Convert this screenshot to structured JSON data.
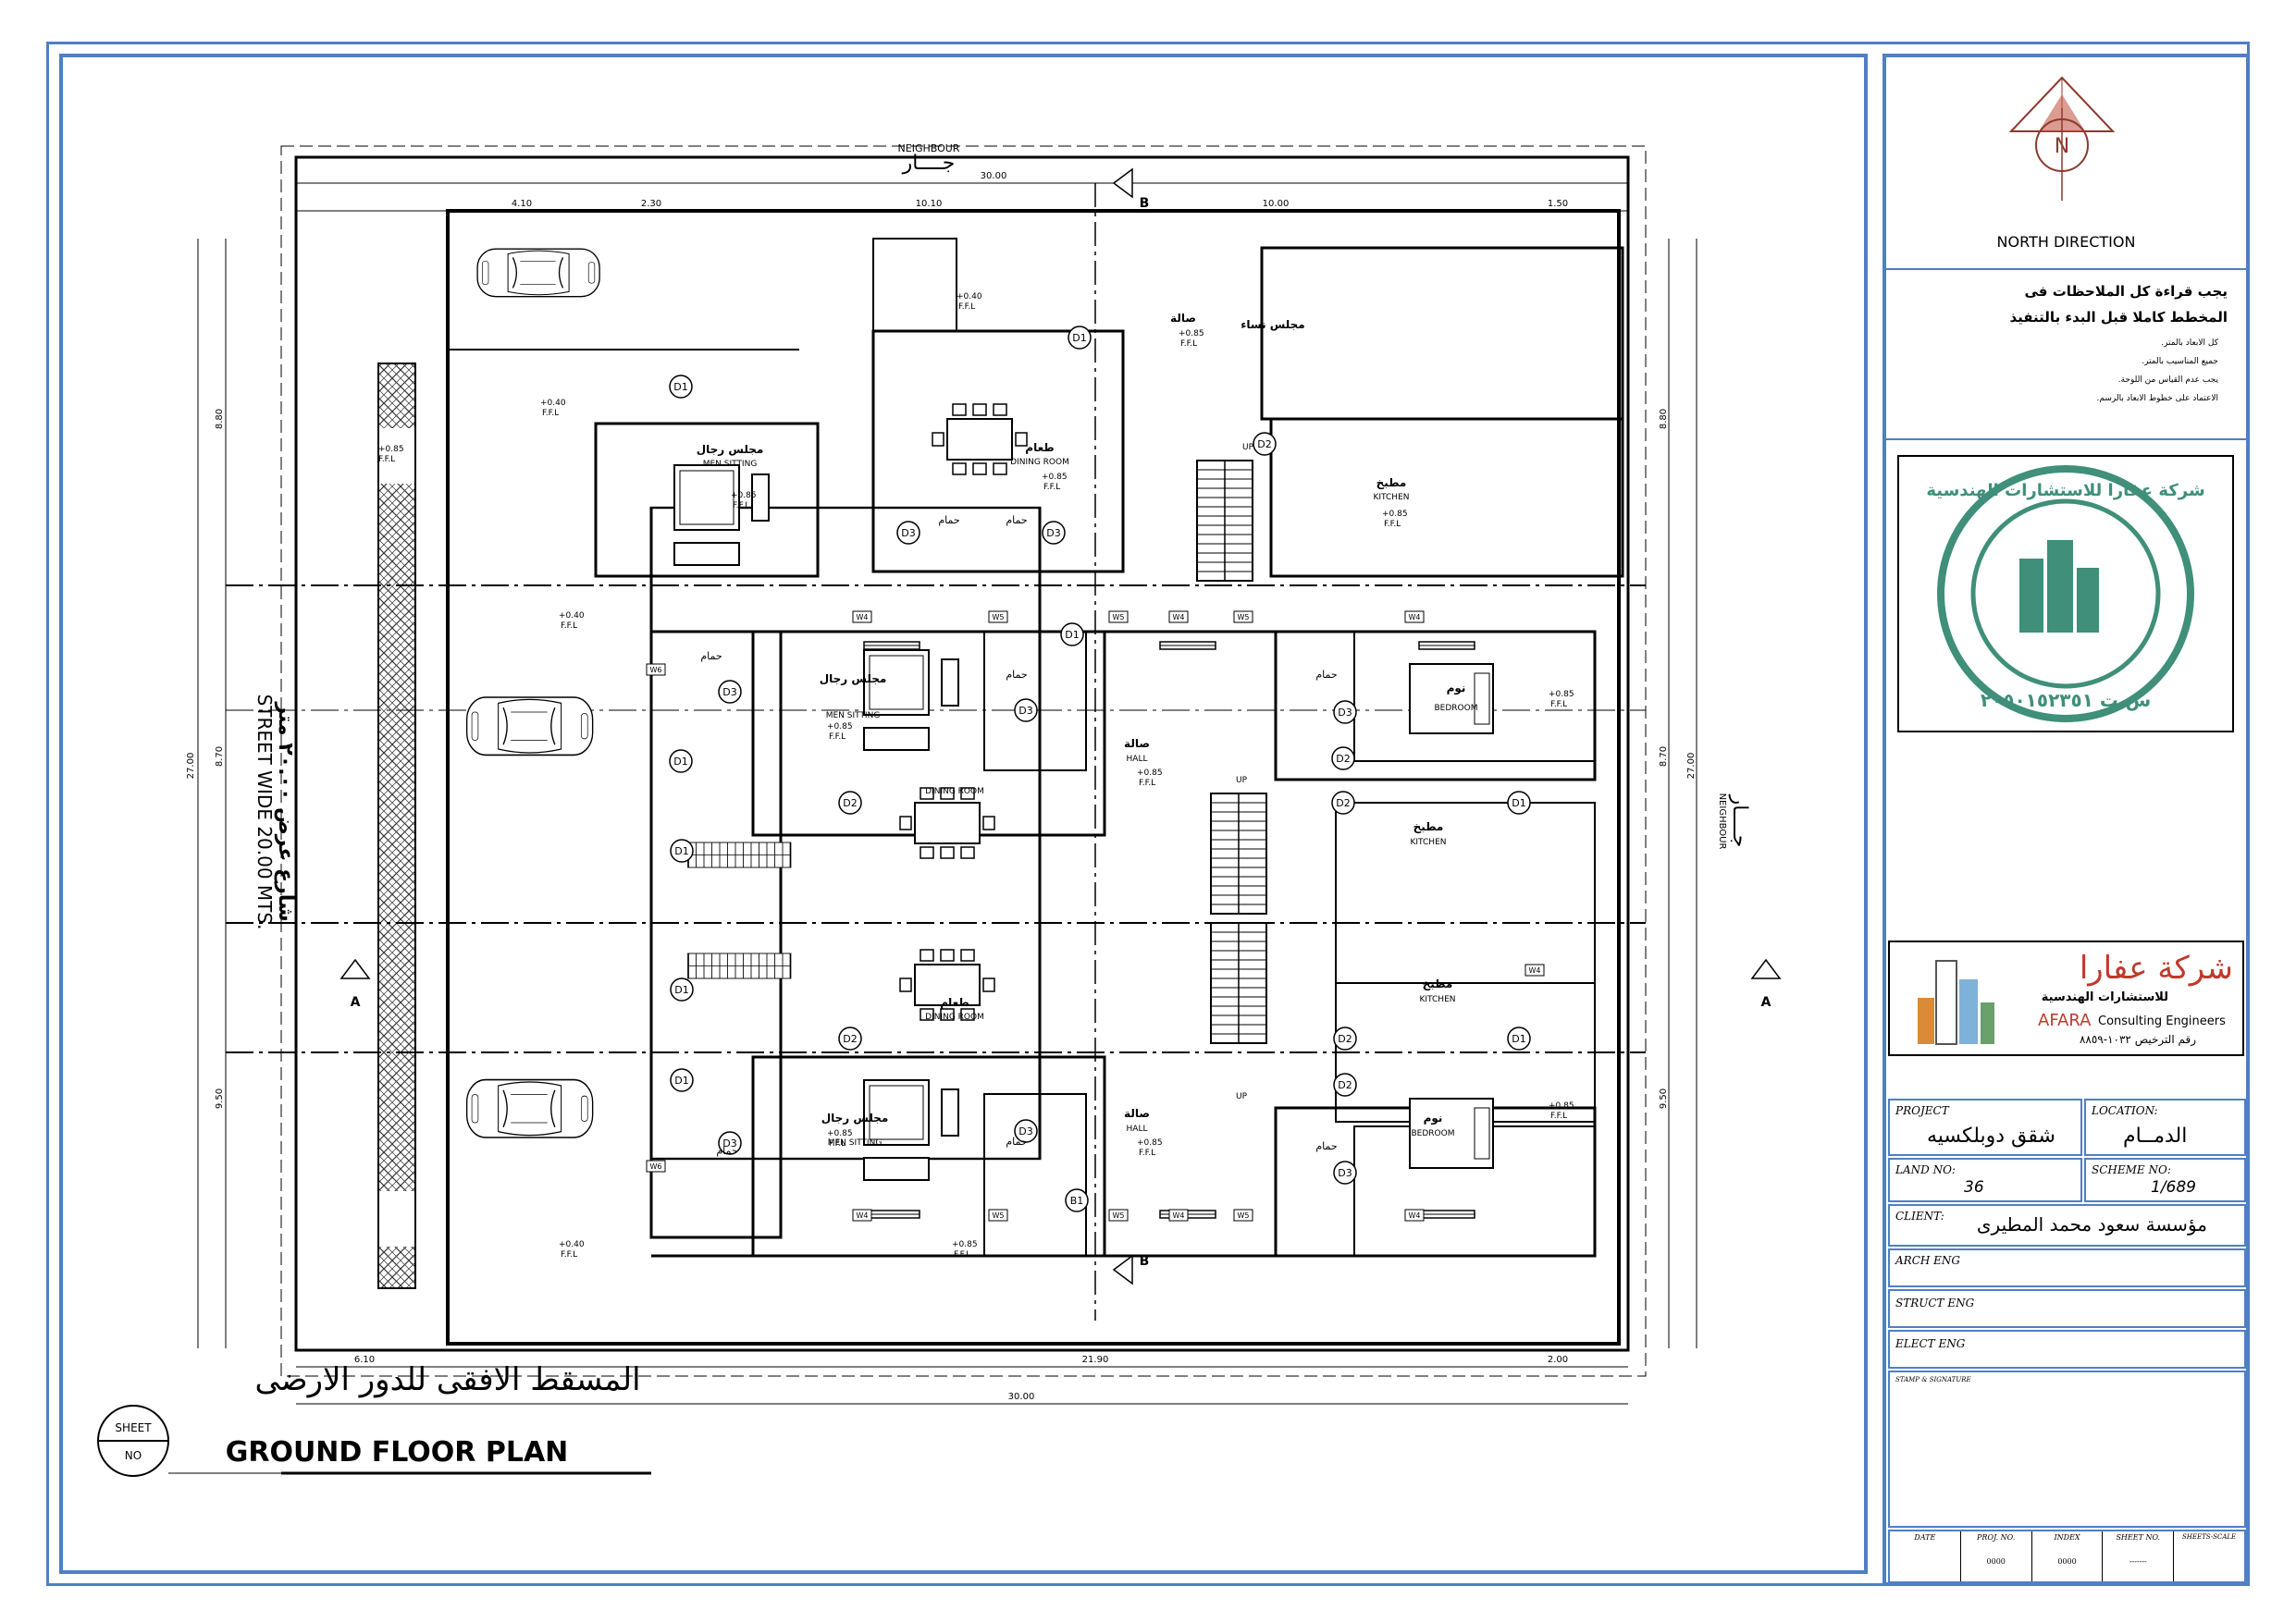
{
  "drawing": {
    "neighbour_top_en": "NEIGHBOUR",
    "neighbour_top_ar": "جــــار",
    "neighbour_right_en": "NEIGHBOUR",
    "neighbour_right_ar": "جــــار",
    "street_en": "STREET WIDE 20.00 MTS.",
    "street_ar": "شارع عرض ٢٠.٠٠ متر",
    "section_mark": "B",
    "section_mark2": "A",
    "dims": {
      "top_total": "30.00",
      "top_1": "4.10",
      "top_2": "2.30",
      "top_3": "10.10",
      "top_4": "10.00",
      "top_5": "1.50",
      "bottom_1": "6.10",
      "bottom_2": "21.90",
      "bottom_3": "2.00",
      "bottom_total": "30.00",
      "left_total": "27.00",
      "right_total": "27.00",
      "left_1": "8.80",
      "left_2": "8.70",
      "left_3": "9.50",
      "right_1": "8.80",
      "right_2": "8.70",
      "right_3": "9.50"
    },
    "rooms": {
      "men_sitting_ar": "مجلس رجال",
      "men_sitting_en": "MEN SITTING",
      "dining_ar": "طعام",
      "dining_en": "DINING ROOM",
      "hall_ar": "صالة",
      "hall_en": "HALL",
      "kitchen_ar": "مطبخ",
      "kitchen_en": "KITCHEN",
      "bedroom_ar": "نوم",
      "bedroom_en": "BEDROOM",
      "bath_ar": "حمام",
      "women_sitting_ar": "مجلس نساء",
      "level": "+0.85",
      "level2": "+0.40",
      "ffl": "F.F.L"
    },
    "up": "UP",
    "doors": {
      "d1": "D1",
      "d2": "D2",
      "d3": "D3"
    },
    "windows": {
      "w4": "W4",
      "w5": "W5",
      "w6": "W6"
    },
    "title_ar": "المسقط الافقى للدور الارضى",
    "title_en": "GROUND FLOOR PLAN",
    "sheet": "SHEET",
    "no": "NO"
  },
  "titleblock": {
    "north": "NORTH DIRECTION",
    "north_letter": "N",
    "notes_title_1": "يجب قراءة كل الملاحظات فى",
    "notes_title_2": "المخطط كاملا قبل البدء بالتنفيذ",
    "notes": [
      "كل الابعاد بالمتر.",
      "جميع المناسيب بالمتر.",
      "يجب عدم القياس من اللوحة.",
      "الاعتماد على خطوط الابعاد بالرسم."
    ],
    "stamp_text": "شركة عفارا للاستشارات الهندسية",
    "stamp_number": "س.ت ٢٠٥٠١٥٢٣٥١",
    "company_ar": "شركة عفارا",
    "company_sub_ar": "للاستشارات الهندسية",
    "company_en_1": "AFARA",
    "company_en_2": "Consulting Engineers",
    "license": "رقم الترخيص ١٠٣٢-٨٨٥٩",
    "project_label": "PROJECT",
    "project_value": "شقق دوبلكسيه",
    "location_label": "LOCATION:",
    "location_value": "الدمــام",
    "land_label": "LAND NO:",
    "land_value": "36",
    "scheme_label": "SCHEME NO:",
    "scheme_value": "1/689",
    "client_label": "CLIENT:",
    "client_value": "مؤسسة سعود محمد المطيرى",
    "arch_label": "ARCH ENG",
    "struct_label": "STRUCT ENG",
    "elect_label": "ELECT ENG",
    "stamp_sig_label": "STAMP & SIGNATURE",
    "footer": [
      "DATE",
      "PROJ. NO.",
      "INDEX",
      "SHEET NO.",
      "SHEETS-SCALE"
    ],
    "footer_vals": [
      "",
      "0000",
      "0000",
      "-------",
      ""
    ]
  },
  "colors": {
    "frame": "#4f7fc4",
    "stamp": "#3f8f7a",
    "company": "#c0392b",
    "hatch": "#333333"
  }
}
